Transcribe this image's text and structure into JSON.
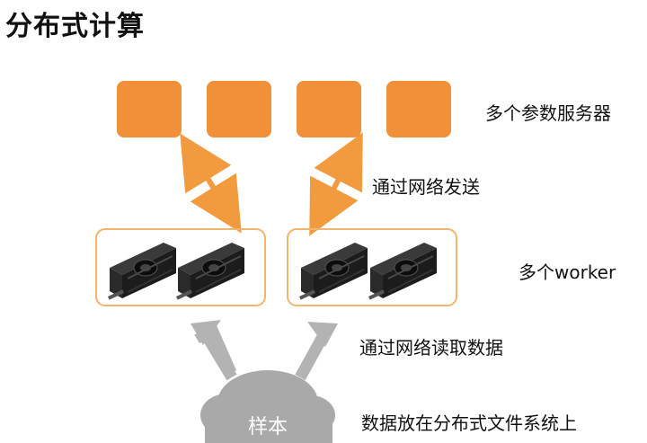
{
  "title": "分布式计算",
  "labels": {
    "param_servers": "多个参数服务器",
    "send_network": "通过网络发送",
    "workers": "多个worker",
    "read_network": "通过网络读取数据",
    "storage": "数据放在分布式文件系统上"
  },
  "cloud": {
    "label": "样本"
  },
  "colors": {
    "server_box": "#f0913a",
    "arrow_orange": "#f19a3e",
    "arrow_gray": "#b3b3b3",
    "worker_frame": "#f2b56b",
    "cloud": "#a9a9a9",
    "gpu_body": "#1c1c1c"
  },
  "icons": {
    "gpu": "graphics-card-icon",
    "cloud": "cloud-icon"
  }
}
